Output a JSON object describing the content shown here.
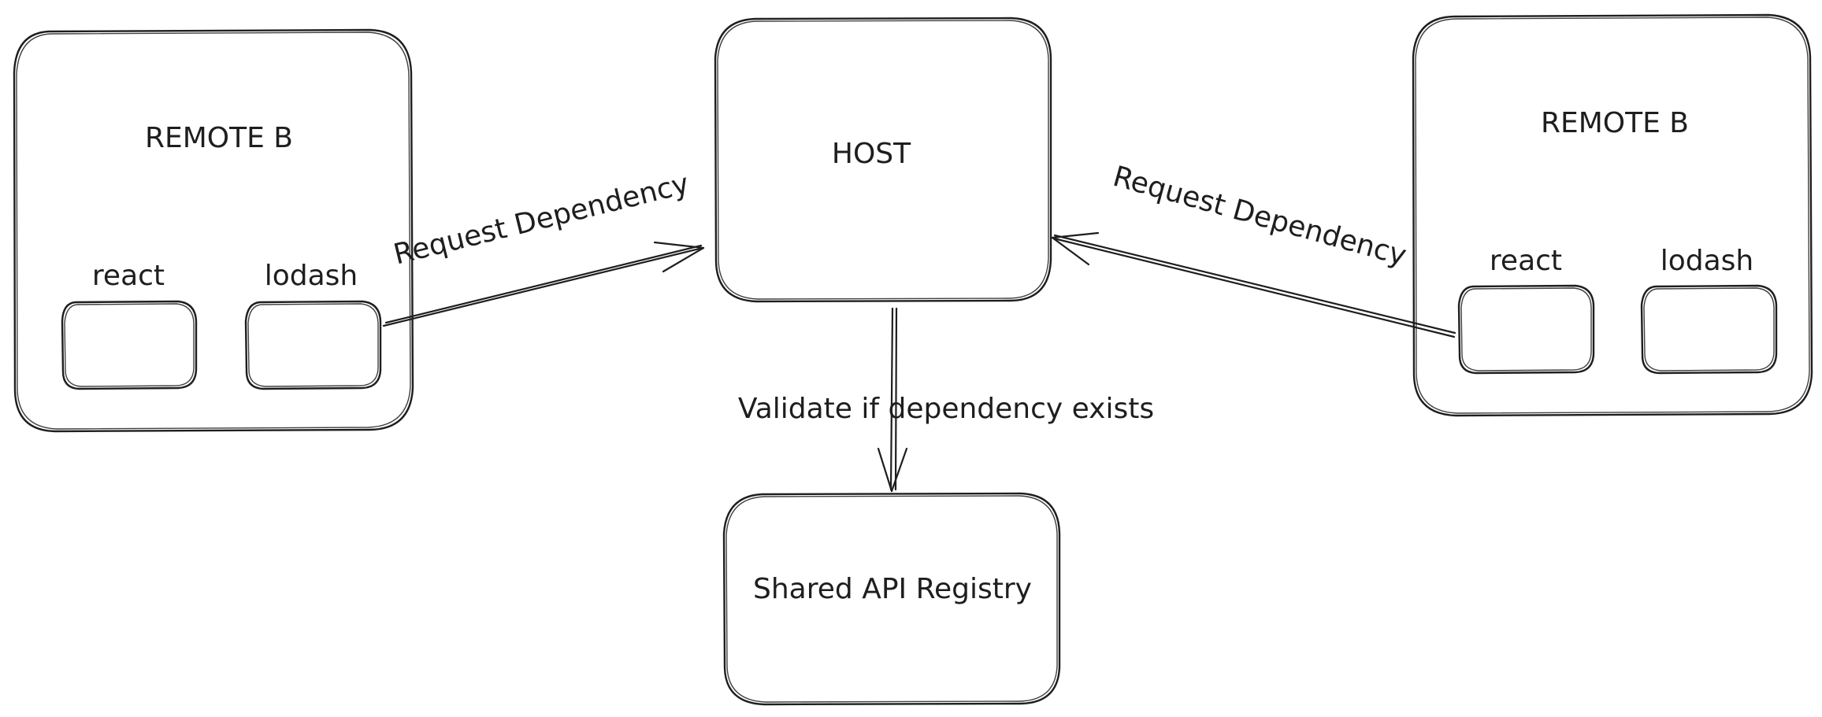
{
  "nodes": {
    "remote_left": {
      "title": "REMOTE B",
      "dep1": "react",
      "dep2": "lodash"
    },
    "host": {
      "title": "HOST"
    },
    "remote_right": {
      "title": "REMOTE B",
      "dep1": "react",
      "dep2": "lodash"
    },
    "registry": {
      "title": "Shared API Registry"
    }
  },
  "edges": {
    "left_to_host": "Request Dependency",
    "right_to_host": "Request Dependency",
    "host_to_registry": "Validate if dependency exists"
  },
  "colors": {
    "stroke": "#1e1e1e",
    "background": "#ffffff"
  }
}
